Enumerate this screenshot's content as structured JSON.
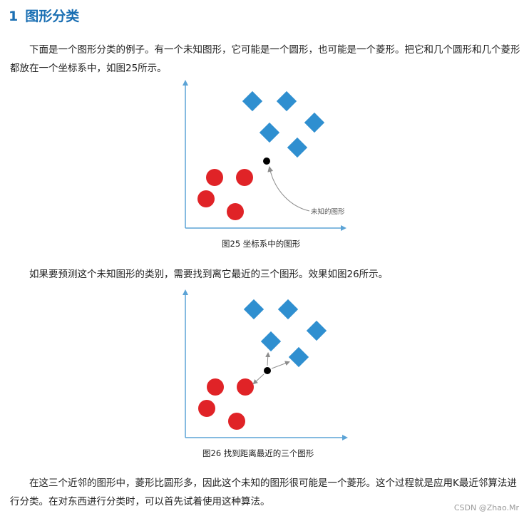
{
  "section": {
    "number": "1",
    "title": "图形分类"
  },
  "paragraphs": {
    "intro": "下面是一个图形分类的例子。有一个未知图形，它可能是一个圆形，也可能是一个菱形。把它和几个圆形和几个菱形都放在一个坐标系中，如图25所示。",
    "predict": "如果要预测这个未知图形的类别，需要找到离它最近的三个图形。效果如图26所示。",
    "conclusion": "在这三个近邻的图形中，菱形比圆形多，因此这个未知的图形很可能是一个菱形。这个过程就是应用K最近邻算法进行分类。在对东西进行分类时，可以首先试着使用这种算法。"
  },
  "figures": {
    "fig25": {
      "caption": "图25  坐标系中的图形",
      "annotation": "未知的图形"
    },
    "fig26": {
      "caption": "图26  找到距离最近的三个图形"
    }
  },
  "colors": {
    "heading": "#1a6fb3",
    "axis": "#5ba3d6",
    "diamond": "#2f8fd0",
    "circle": "#e02327",
    "unknown_point": "#000000",
    "arrow": "#8c8c8c"
  },
  "watermark": "CSDN @Zhao.Mr"
}
